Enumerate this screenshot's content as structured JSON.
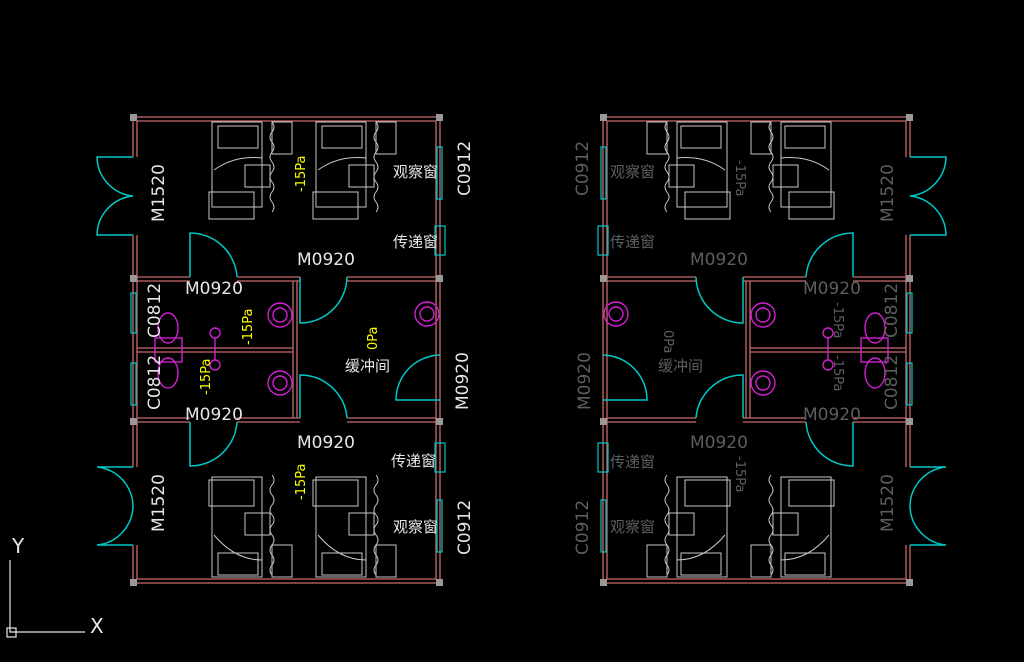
{
  "colors": {
    "background": "#000000",
    "wall": "#c86a6a",
    "door": "#00c8c8",
    "furniture": "#c8c8c8",
    "sanitary": "#d020d0",
    "text": "#e6e6e6",
    "pressure": "#ffff00",
    "ghost": "#5e5e5e"
  },
  "left_plan": {
    "m1520_top": "M1520",
    "c0912_top": "C0912",
    "obs_top": "观察窗",
    "pass_top": "传递窗",
    "pa_top": "-15Pa",
    "m0920_top": "M0920",
    "m0920_toilet_top": "M0920",
    "pa_toilet_top": "-15Pa",
    "c0812_top": "C0812",
    "c0812_bottom": "C0812",
    "pa_buffer": "0Pa",
    "buffer_room": "缓冲间",
    "m0920_buffer": "M0920",
    "pa_toilet_bottom": "-15Pa",
    "m0920_toilet_bottom": "M0920",
    "m0920_bottom": "M0920",
    "pa_bottom": "-15Pa",
    "pass_bottom": "传递窗",
    "obs_bottom": "观察窗",
    "c0912_bottom": "C0912",
    "m1520_bottom": "M1520"
  },
  "right_plan": {
    "m1520_top": "M1520",
    "c0912_top": "C0912",
    "obs_top": "观察窗",
    "pass_top": "传递窗",
    "pa_top": "-15Pa",
    "m0920_top": "M0920",
    "m0920_toilet_top": "M0920",
    "pa_toilet_top": "-15Pa",
    "c0812_top": "C0812",
    "c0812_bottom": "C0812",
    "pa_buffer": "0Pa",
    "buffer_room": "缓冲间",
    "m0920_buffer": "M0920",
    "pa_toilet_bottom": "-15Pa",
    "m0920_toilet_bottom": "M0920",
    "m0920_bottom": "M0920",
    "pa_bottom": "-15Pa",
    "pass_bottom": "传递窗",
    "obs_bottom": "观察窗",
    "c0912_bottom": "C0912",
    "m1520_bottom": "M1520"
  },
  "ucs": {
    "x_axis": "X",
    "y_axis": "Y"
  }
}
